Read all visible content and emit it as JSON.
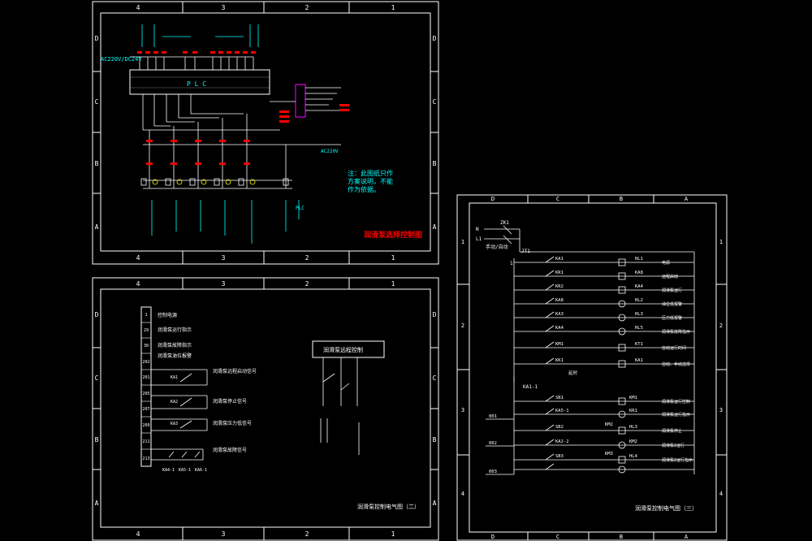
{
  "colors": {
    "background": "#000000",
    "frame": "#ffffff",
    "cyan": "#00ffff",
    "red": "#ff0000",
    "yellow": "#ffff00",
    "green": "#00ff00",
    "magenta": "#ff00ff"
  },
  "sheet1": {
    "ruler_top": [
      "4",
      "3",
      "2",
      "1"
    ],
    "ruler_bottom": [
      "4",
      "3",
      "2",
      "1"
    ],
    "ruler_side": [
      "D",
      "C",
      "B",
      "A"
    ],
    "supply_label": "AC220V/DC24V",
    "plc_label": "P L C",
    "output_supply": "AC220V",
    "note_lines": [
      "注：此图纸只作",
      "方案说明，不能",
      "作为依据。"
    ],
    "title": "润滑泵选择控制图",
    "plc_terminal_label": "PLC"
  },
  "sheet2": {
    "ruler_top": [
      "4",
      "3",
      "2",
      "1"
    ],
    "ruler_bottom": [
      "4",
      "3",
      "2",
      "1"
    ],
    "ruler_side": [
      "D",
      "C",
      "B",
      "A"
    ],
    "terminal_numbers": [
      "1",
      "29",
      "30",
      "202",
      "201",
      "205",
      "207",
      "209",
      "211",
      "213"
    ],
    "row_labels": [
      "控制电源",
      "润滑泵运行指示",
      "润滑泵故障指示",
      "润滑泵油位报警",
      "润滑泵远程启动信号",
      "润滑泵停止信号",
      "润滑泵压力低信号",
      "润滑泵故障信号"
    ],
    "contacts": [
      "KA1",
      "KA2",
      "KA3"
    ],
    "bottom_contacts": [
      "KA4-1",
      "KA5-1",
      "KA6-1"
    ],
    "box_label": "润滑泵远程控制",
    "title": "润滑泵控制电气图（二）"
  },
  "sheet3": {
    "ruler_top": [
      "D",
      "C",
      "B",
      "A"
    ],
    "ruler_bottom": [
      "D",
      "C",
      "B",
      "A"
    ],
    "ruler_side": [
      "1",
      "2",
      "3",
      "4"
    ],
    "breaker": "ZK1",
    "n_label": "N",
    "l_label": "L1",
    "selector": "手动/自动",
    "timer": "JT1",
    "node_1": "1",
    "rails": [
      {
        "contact": "KA1",
        "device": "HL1",
        "desc": "电源"
      },
      {
        "contact": "KR1",
        "device": "KA8",
        "desc": "远程启动"
      },
      {
        "contact": "KR2",
        "device": "KA4",
        "desc": "润滑泵运行"
      },
      {
        "contact": "KA8",
        "device": "HL2",
        "desc": "油位低报警"
      },
      {
        "contact": "KA3",
        "device": "HL3",
        "desc": "压力低报警"
      },
      {
        "contact": "KA4",
        "device": "HL5",
        "desc": "润滑泵故障指示"
      },
      {
        "contact": "KM1",
        "device": "KT1",
        "desc": "自动运行时间"
      },
      {
        "contact": "KK1",
        "device": "KA1",
        "desc": "自动、手动选择"
      },
      {
        "contact": "SB1",
        "device": "KM1",
        "desc": "润滑泵运行控制"
      },
      {
        "contact": "KA5-1",
        "device": "KR1",
        "desc": "润滑泵运行指示"
      },
      {
        "contact": "SB2",
        "device": "HL3",
        "desc": "润滑泵停止"
      },
      {
        "contact": "KA2-2",
        "device": "KM2",
        "desc": "润滑泵2运行"
      },
      {
        "contact": "SB3",
        "device": "HL4",
        "desc": "润滑泵2运行指示"
      }
    ],
    "kt_note": "延时",
    "ka_node": "KA1-1",
    "left_labels": [
      "001",
      "002",
      "003"
    ],
    "km_label": "KM2",
    "km3_label": "KM3",
    "title": "润滑泵控制电气图（三）"
  }
}
